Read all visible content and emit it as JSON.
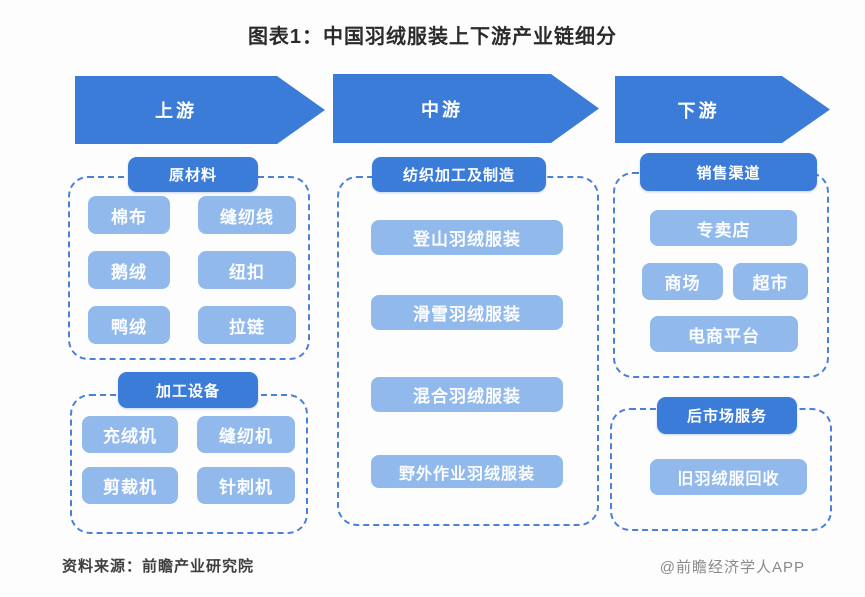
{
  "title": "图表1：中国羽绒服装上下游产业链细分",
  "colors": {
    "primary": "#3b7cd9",
    "item": "#92b9eb",
    "border": "#4a80d8"
  },
  "upstream": {
    "arrow_label": "上游",
    "raw_materials": {
      "header": "原材料",
      "items": [
        "棉布",
        "缝纫线",
        "鹅绒",
        "纽扣",
        "鸭绒",
        "拉链"
      ]
    },
    "equipment": {
      "header": "加工设备",
      "items": [
        "充绒机",
        "缝纫机",
        "剪裁机",
        "针刺机"
      ]
    }
  },
  "midstream": {
    "arrow_label": "中游",
    "manufacturing": {
      "header": "纺织加工及制造",
      "items": [
        "登山羽绒服装",
        "滑雪羽绒服装",
        "混合羽绒服装",
        "野外作业羽绒服装"
      ]
    }
  },
  "downstream": {
    "arrow_label": "下游",
    "sales_channels": {
      "header": "销售渠道",
      "items": [
        "专卖店",
        "商场",
        "超市",
        "电商平台"
      ]
    },
    "aftermarket": {
      "header": "后市场服务",
      "items": [
        "旧羽绒服回收"
      ]
    }
  },
  "footer": {
    "source": "资料来源：前瞻产业研究院",
    "watermark": "@前瞻经济学人APP"
  }
}
